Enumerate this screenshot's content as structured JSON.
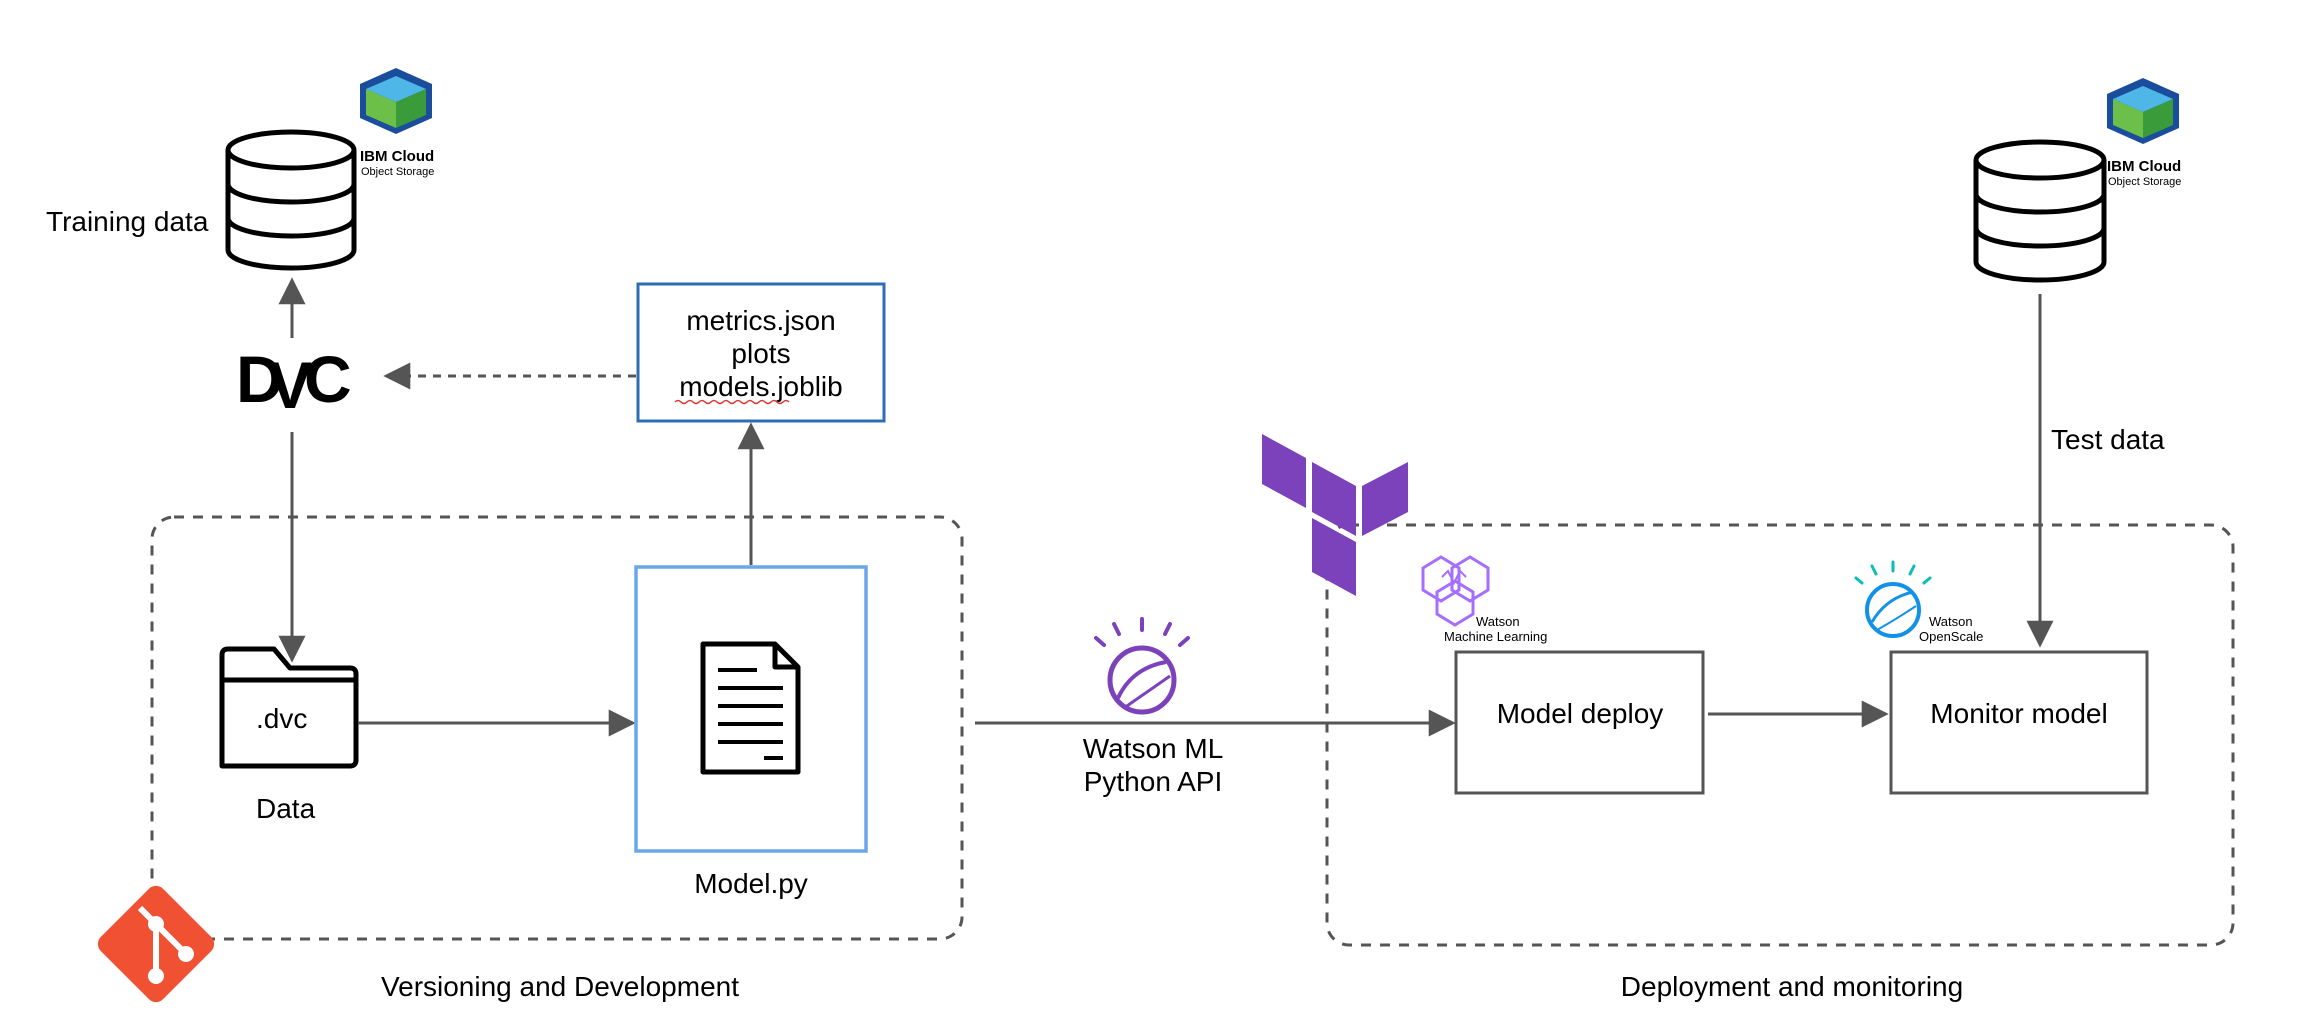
{
  "labels": {
    "training_data": "Training data",
    "test_data": "Test data",
    "dvc_folder": ".dvc",
    "data": "Data",
    "model_py": "Model.py",
    "watson_ml": "Watson ML",
    "python_api": "Python API",
    "model_deploy": "Model deploy",
    "monitor_model": "Monitor model",
    "versioning_dev": "Versioning and Development",
    "deployment_monitoring": "Deployment and monitoring"
  },
  "artifacts": [
    "metrics.json",
    "plots",
    "models.joblib"
  ],
  "ibm_cos_logo": {
    "line1": "IBM Cloud",
    "line2": "Object Storage"
  },
  "watson_ml_logo": {
    "line1": "Watson",
    "line2": "Machine Learning"
  },
  "watson_openscale_logo": {
    "line1": "Watson",
    "line2": "OpenScale"
  },
  "dvc_logo": {
    "letters": [
      "D",
      "V",
      "C"
    ]
  },
  "colors": {
    "dvc_d": "#13adc7",
    "dvc_v": "#945dd6",
    "dvc_c": "#f46737",
    "terraform": "#7b42bc",
    "git": "#f05133",
    "watson_ml": "#a56eff",
    "watson_openscale": "#1192e8",
    "box_blue": "#2f6db5",
    "box_light_blue": "#6aa6e8",
    "cos_blue": "#1a4e9c",
    "cos_green": "#6cc04a",
    "cos_light": "#4fb6e8"
  }
}
